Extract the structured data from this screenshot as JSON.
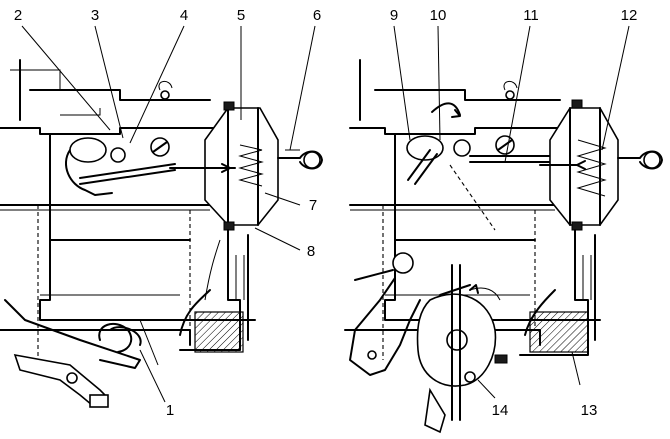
{
  "figure": {
    "callouts": [
      {
        "id": "1",
        "label": "1"
      },
      {
        "id": "2",
        "label": "2"
      },
      {
        "id": "3",
        "label": "3"
      },
      {
        "id": "4",
        "label": "4"
      },
      {
        "id": "5",
        "label": "5"
      },
      {
        "id": "6",
        "label": "6"
      },
      {
        "id": "7",
        "label": "7"
      },
      {
        "id": "8",
        "label": "8"
      },
      {
        "id": "9",
        "label": "9"
      },
      {
        "id": "10",
        "label": "10"
      },
      {
        "id": "11",
        "label": "11"
      },
      {
        "id": "12",
        "label": "12"
      },
      {
        "id": "13",
        "label": "13"
      },
      {
        "id": "14",
        "label": "14"
      }
    ],
    "colors": {
      "ink": "#000000",
      "paper": "#ffffff"
    }
  }
}
